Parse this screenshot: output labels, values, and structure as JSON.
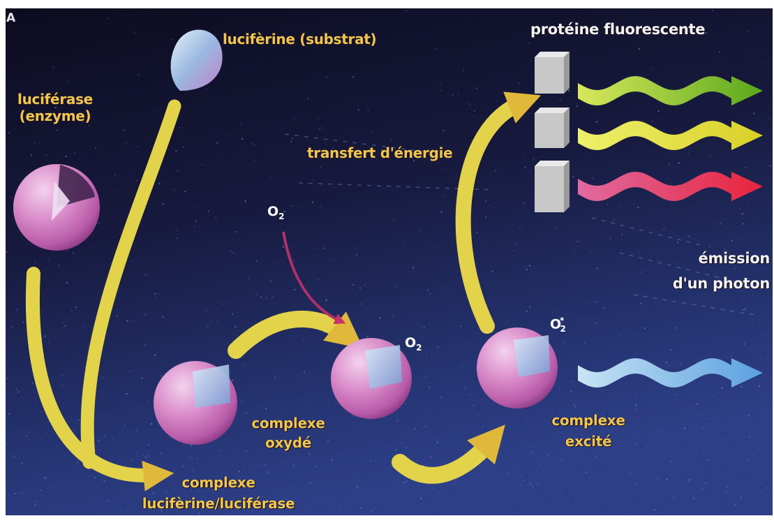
{
  "panel_label": "A",
  "labels": {
    "luciferin": "lucifèrine (substrat)",
    "luciferase_line1": "luciférase",
    "luciferase_line2": "(enzyme)",
    "complex1_line1": "complexe",
    "complex1_line2": "lucifèrine/luciférase",
    "oxidized_line1": "complexe",
    "oxidized_line2": "oxydé",
    "excited_line1": "complexe",
    "excited_line2": "excité",
    "energy_transfer": "transfert d'énergie",
    "fluorescent_protein": "protéine fluorescente",
    "photon_line1": "émission",
    "photon_line2": "d'un photon"
  },
  "molecules": {
    "oxygen_symbol": "O",
    "oxygen_subscript": "2",
    "excited_superscript": "*"
  },
  "colors": {
    "background_dark": "#10102a",
    "background_light": "#2a3c7a",
    "label_yellow": "#f2c64a",
    "arrow_yellow": "#e3d34a",
    "oxygen_arrow": "#b0306a",
    "sphere_pink": "#d88ac8",
    "sphere_core_blue": "#9ab8e0",
    "cube_gray": "#cfcfcf",
    "wave_green": "#7ec12a",
    "wave_yellow": "#e6e032",
    "wave_red": "#e23a5a",
    "wave_blue": "#7ab8e8"
  }
}
